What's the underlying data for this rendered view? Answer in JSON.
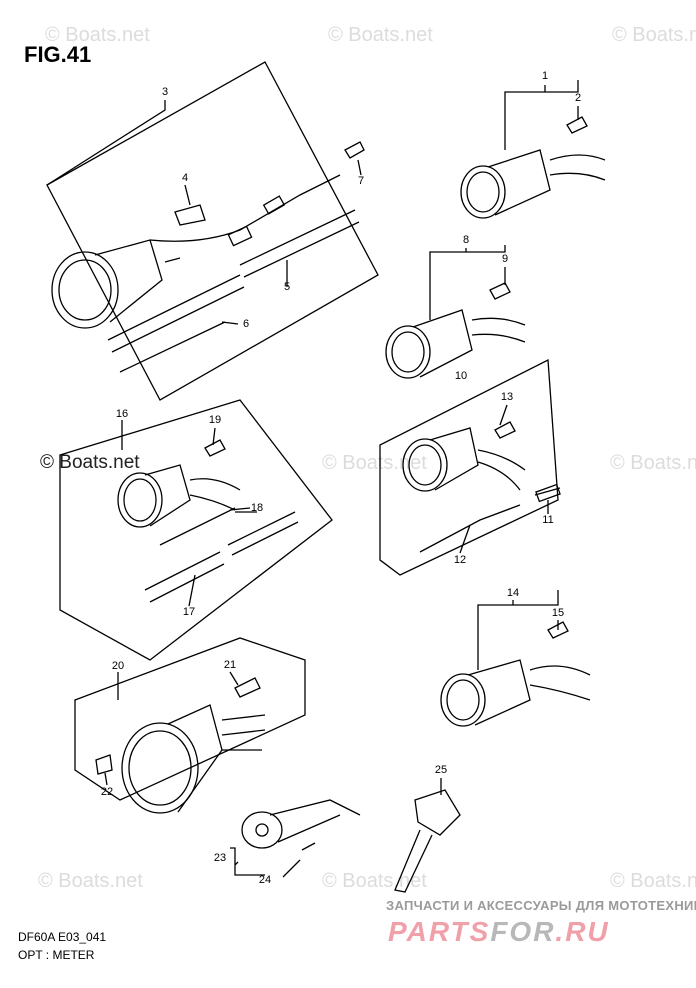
{
  "figure_title": "FIG.41",
  "watermark": "© Boats.net",
  "callouts": [
    "1",
    "2",
    "3",
    "4",
    "5",
    "6",
    "7",
    "8",
    "9",
    "10",
    "11",
    "12",
    "13",
    "14",
    "15",
    "16",
    "17",
    "18",
    "19",
    "20",
    "21",
    "22",
    "23",
    "24",
    "25"
  ],
  "footer": {
    "model_code": "DF60A E03_041",
    "section": "OPT : METER"
  },
  "banner": {
    "tagline": "ЗАПЧАСТИ И АКСЕССУАРЫ ДЛЯ МОТОТЕХНИКИ",
    "logo_part1": "PARTS",
    "logo_part2": "FOR",
    "logo_part3": ".RU",
    "logo_color": "#f0a0a8"
  }
}
